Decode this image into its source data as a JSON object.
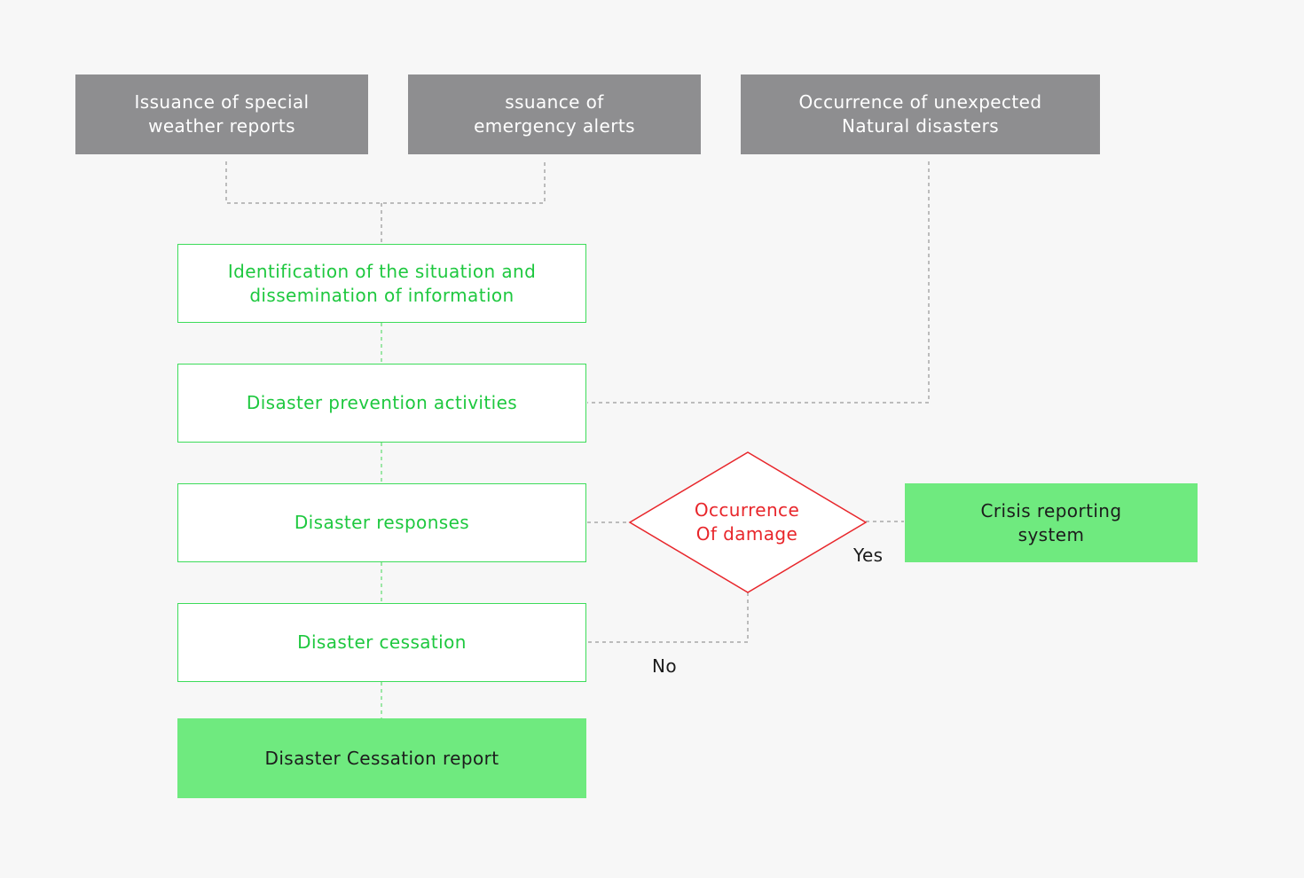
{
  "sources": [
    {
      "label": "Issuance of special\nweather reports"
    },
    {
      "label": "ssuance of\nemergency alerts"
    },
    {
      "label": "Occurrence of unexpected\nNatural disasters"
    }
  ],
  "steps": [
    {
      "label": "Identification of the situation and\ndissemination of information"
    },
    {
      "label": "Disaster prevention activities"
    },
    {
      "label": "Disaster responses"
    },
    {
      "label": "Disaster cessation"
    }
  ],
  "final_report": {
    "label": "Disaster Cessation report"
  },
  "decision": {
    "label": "Occurrence\nOf damage"
  },
  "crisis_system": {
    "label": "Crisis reporting\nsystem"
  },
  "edge_labels": {
    "yes": "Yes",
    "no": "No"
  },
  "colors": {
    "background": "#f7f7f7",
    "source_fill": "#8e8e90",
    "step_border": "#3ddc5a",
    "step_text": "#1ec83f",
    "report_fill": "#6fea7f",
    "decision_stroke": "#e8262b",
    "connector_gray": "#a8a8a8",
    "connector_green": "#7ee08c"
  }
}
